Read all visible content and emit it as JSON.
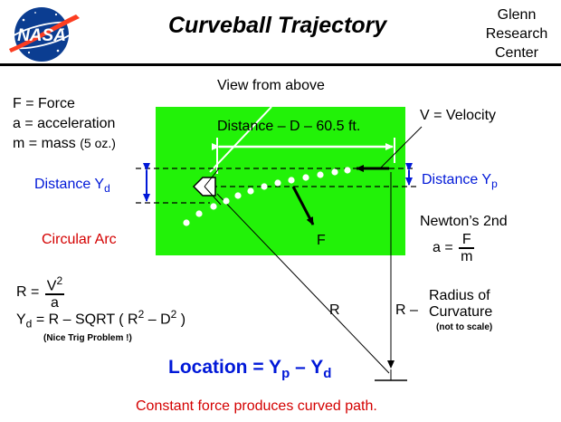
{
  "logo": {
    "text": "NASA"
  },
  "header": {
    "title": "Curveball   Trajectory",
    "org_line1": "Glenn",
    "org_line2": "Research",
    "org_line3": "Center"
  },
  "view_label": "View from above",
  "definitions": {
    "force": "F  =  Force",
    "acceleration": "a  =  acceleration",
    "mass": "m  =  mass",
    "mass_value": "(5 oz.)"
  },
  "labels": {
    "distance_d": "Distance  –  D  –  60.5 ft.",
    "velocity": "V  =  Velocity",
    "distance_yd_main": "Distance  Y",
    "distance_yd_sub": "d",
    "distance_yp_main": "Distance  Y",
    "distance_yp_sub": "p",
    "circular_arc": "Circular Arc",
    "force_f": "F",
    "radius_r1": "R",
    "radius_r2": "R –",
    "radius_of": "Radius of",
    "curvature": "Curvature",
    "not_to_scale": "(not to scale)"
  },
  "newton": {
    "title": "Newton’s 2nd",
    "lhs": "a  =",
    "num": "F",
    "den": "m"
  },
  "equations": {
    "r_lhs": "R  =",
    "r_num_base": "V",
    "r_num_exp": "2",
    "r_den": "a",
    "yd_y": "Y",
    "yd_sub": "d",
    "yd_eq": "=  R – SQRT (  R",
    "yd_exp1": "2",
    "yd_mid": " –  D",
    "yd_exp2": "2",
    "yd_end": " )",
    "note": "(Nice Trig Problem !)"
  },
  "location": {
    "prefix": "Location  =  Y",
    "sub_p": "p",
    "minus": " – Y",
    "sub_d": "d"
  },
  "footer": "Constant force produces curved path.",
  "colors": {
    "field": "#22f208",
    "blue": "#0018d8",
    "red": "#d40000",
    "logo_blue": "#0b3d91",
    "logo_red": "#fc3d21"
  }
}
